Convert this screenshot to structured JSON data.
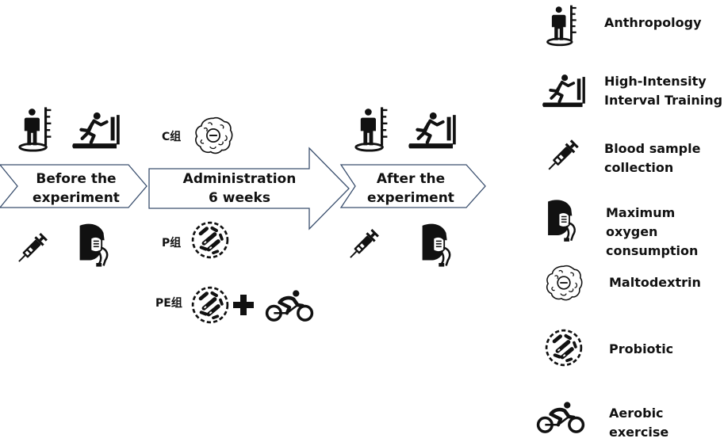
{
  "colors": {
    "arrow_border": "#3a4f6e",
    "icon_fill": "#111111"
  },
  "stages": {
    "before": "Before the\nexperiment",
    "administration": "Administration\n6 weeks",
    "after": "After the\nexperiment"
  },
  "groups": {
    "c": "C组",
    "p": "P组",
    "pe": "PE组"
  },
  "legend": [
    {
      "icon": "anthropology-icon",
      "label": "Anthropology"
    },
    {
      "icon": "hiit-treadmill-icon",
      "label": "High-Intensity\nInterval Training"
    },
    {
      "icon": "syringe-icon",
      "label": "Blood sample\ncollection"
    },
    {
      "icon": "vo2max-icon",
      "label": "Maximum oxygen\nconsumption"
    },
    {
      "icon": "maltodextrin-icon",
      "label": "Maltodextrin"
    },
    {
      "icon": "probiotic-icon",
      "label": "Probiotic"
    },
    {
      "icon": "cyclist-icon",
      "label": "Aerobic exercise"
    }
  ]
}
